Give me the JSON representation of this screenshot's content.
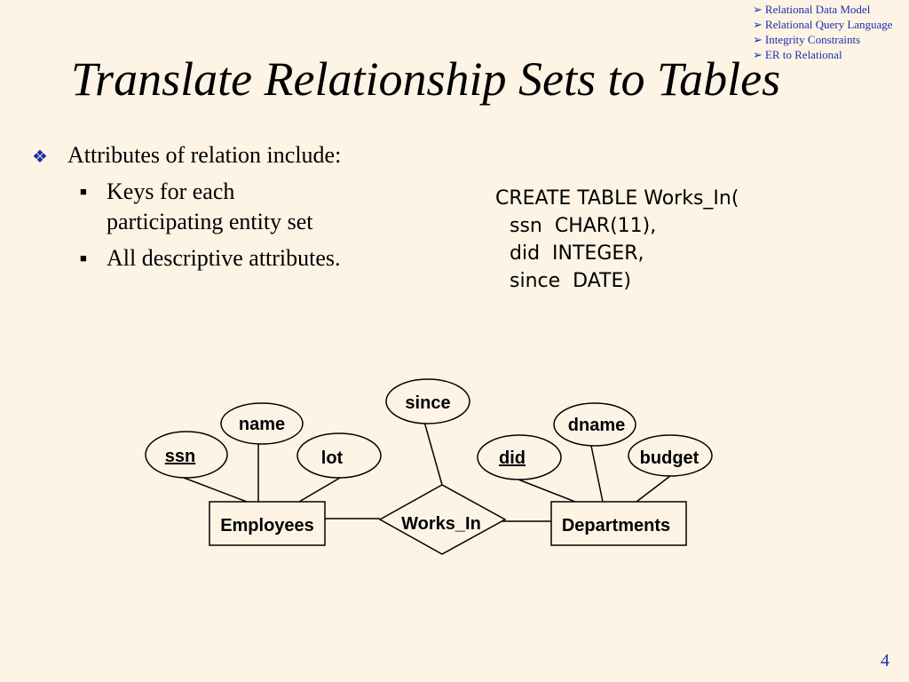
{
  "nav": {
    "items": [
      {
        "arrow": "➢",
        "label": "Relational Data Model"
      },
      {
        "arrow": "➢",
        "label": "Relational Query Language"
      },
      {
        "arrow": "➢",
        "label": "Integrity Constraints"
      },
      {
        "arrow": "➢",
        "label": "ER to Relational"
      }
    ]
  },
  "slide": {
    "title": "Translate Relationship Sets to Tables",
    "bullet_main": "Attributes of relation include:",
    "sub_bullets": [
      "Keys for each participating entity set",
      "All descriptive attributes."
    ],
    "page_number": "4"
  },
  "sql": {
    "lines": [
      "CREATE TABLE Works_In(",
      "ssn  CHAR(11),",
      "did  INTEGER,",
      "since  DATE)"
    ]
  },
  "diagram": {
    "entities": {
      "employees": "Employees",
      "departments": "Departments"
    },
    "relationship": "Works_In",
    "attributes": {
      "ssn": "ssn",
      "name": "name",
      "lot": "lot",
      "since": "since",
      "did": "did",
      "dname": "dname",
      "budget": "budget"
    }
  }
}
